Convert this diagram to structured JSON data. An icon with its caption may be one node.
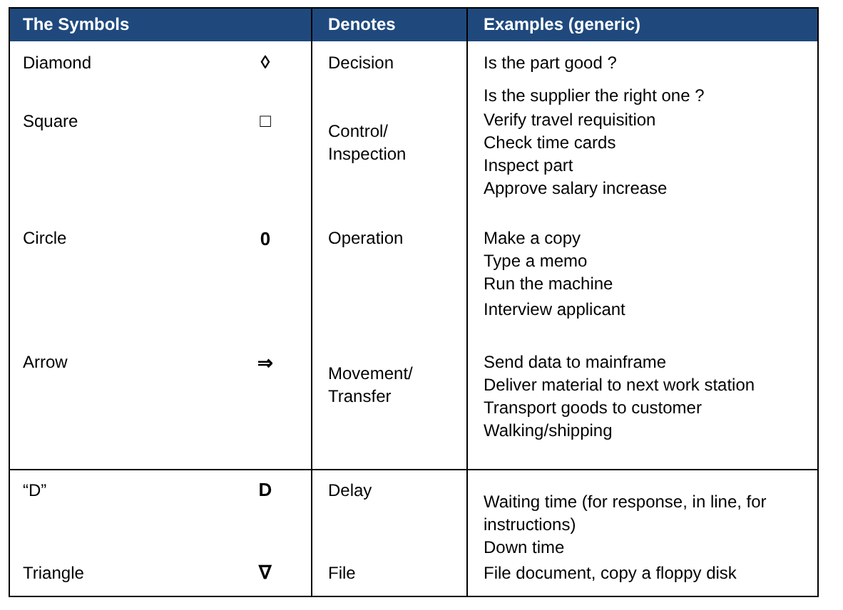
{
  "diagram": {
    "labels": [
      "The Symbols",
      "Denotes",
      "Examples (generic)",
      "Diamond",
      "◊",
      "Decision",
      "Is the part good ?",
      "Is the supplier the right one ?",
      "Square",
      "□",
      "Control/ Inspection",
      "Verify travel requisition",
      "Check time cards",
      "Inspect part",
      "Approve salary increase",
      "Circle",
      "0",
      "Operation",
      "Make a copy",
      "Type a memo",
      "Run the machine",
      "Interview applicant",
      "Arrow",
      "⇒",
      "Movement/ Transfer",
      "Send data to mainframe",
      "Deliver material to next work station",
      "Transport goods to customer",
      "Walking/shipping",
      "“D”",
      "D",
      "Delay",
      "Waiting time (for response, in line, for instructions)",
      "Down time",
      "Triangle",
      "∇",
      "File",
      "File document, copy a floppy disk"
    ]
  }
}
